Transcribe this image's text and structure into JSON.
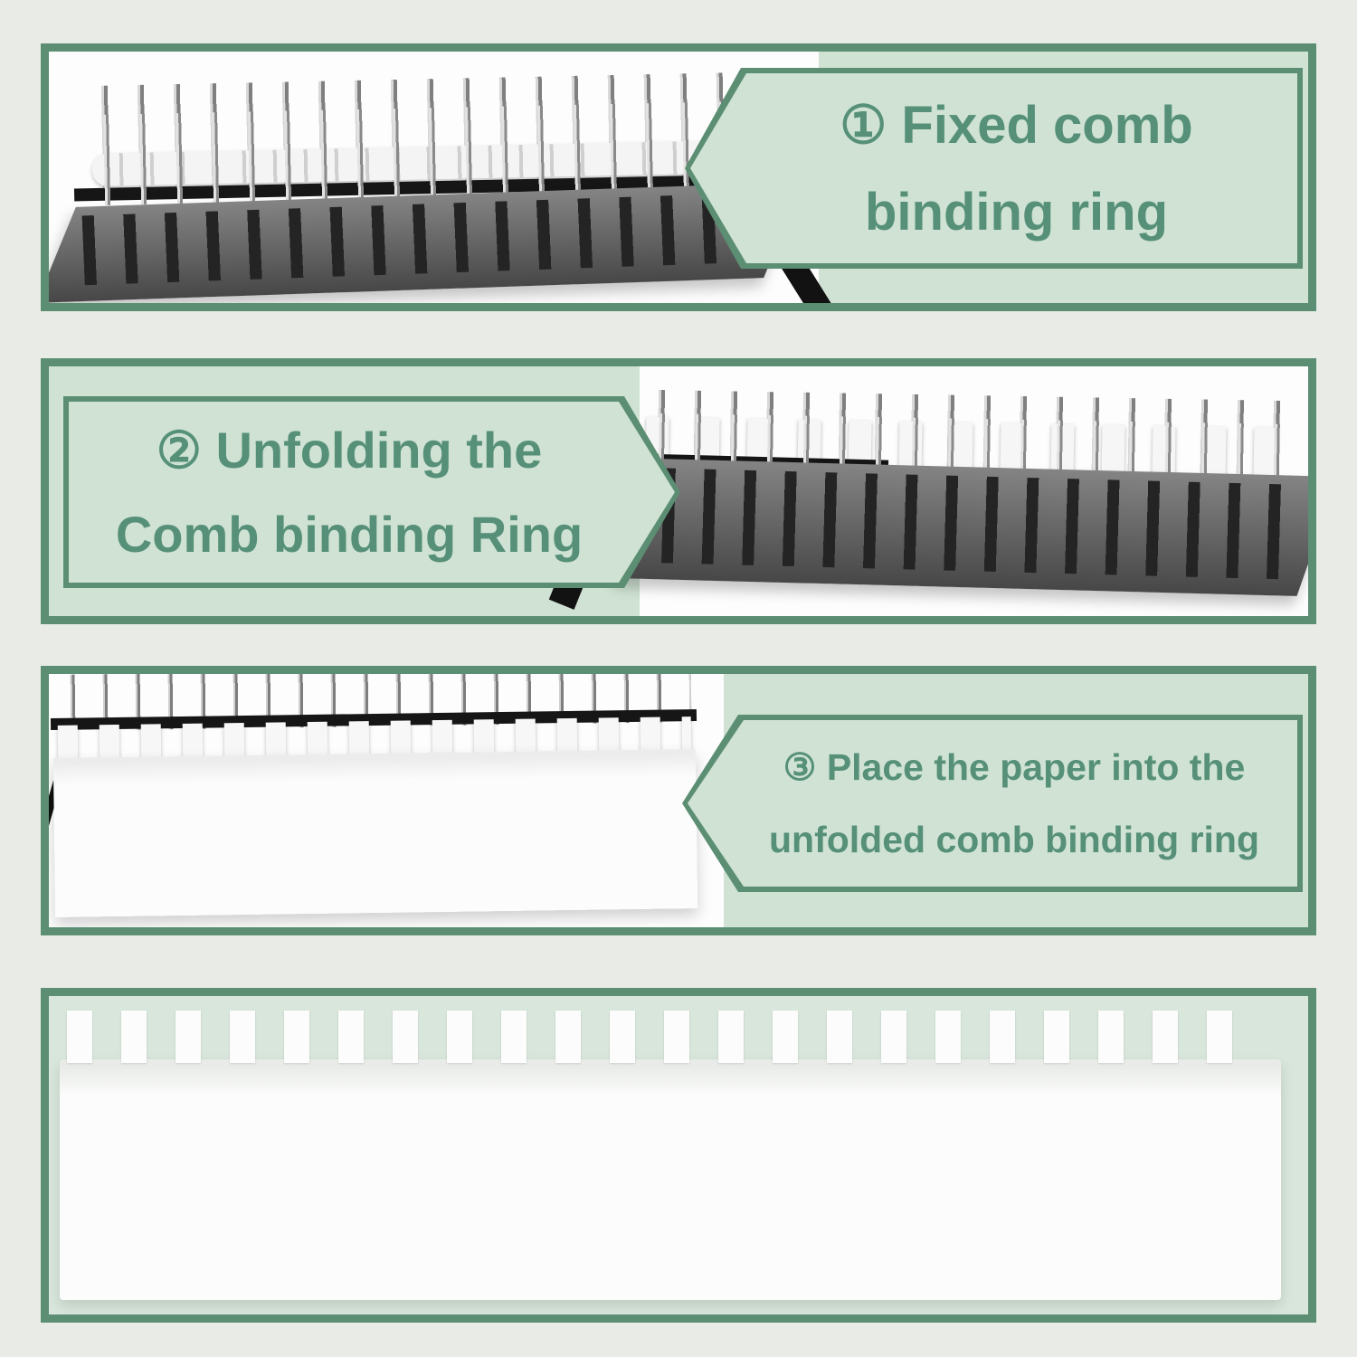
{
  "steps": [
    {
      "line1": "① Fixed comb",
      "line2": "binding ring"
    },
    {
      "line1": "② Unfolding the",
      "line2": "Comb binding Ring"
    },
    {
      "line1": "③ Place the paper into the",
      "line2": "unfolded comb binding ring"
    }
  ],
  "colors": {
    "panel_border_green": "#5b8e73",
    "callout_fill_green": "#cfe2d3",
    "text_green": "#569078",
    "page_background": "#e9ebe6",
    "panel4_background": "#d8e6db",
    "tray_gray": "#636363",
    "machine_black": "#161616"
  }
}
